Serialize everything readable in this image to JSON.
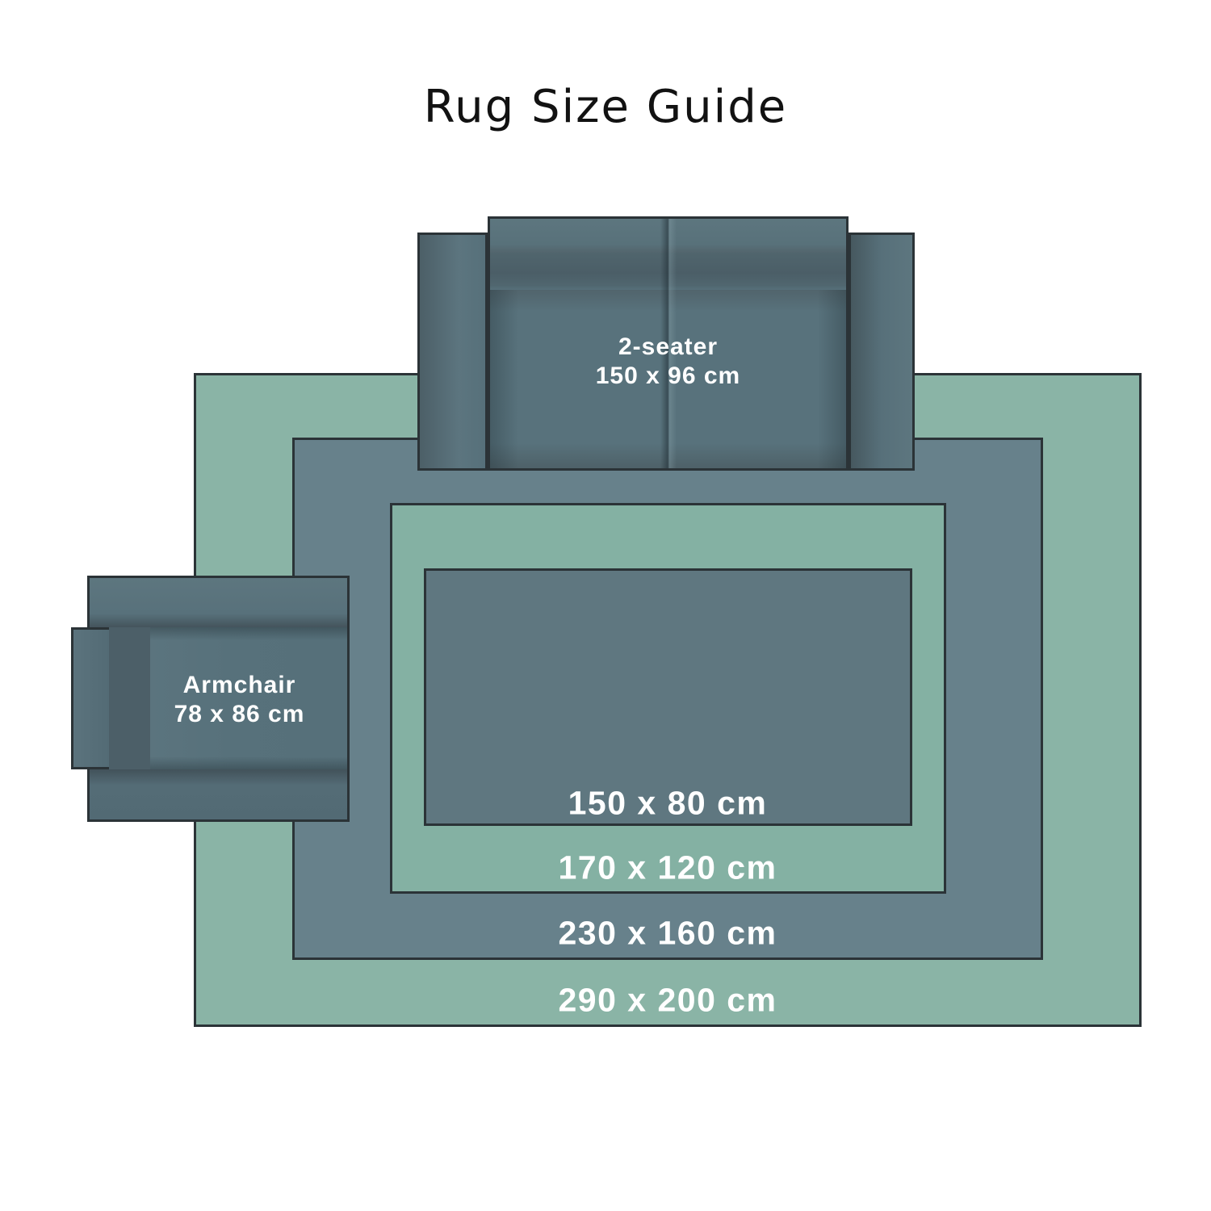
{
  "title": "Rug Size Guide",
  "rugs": [
    {
      "name": "rug-290x200",
      "label": "290 x 200 cm",
      "color": "#8ab4a6"
    },
    {
      "name": "rug-230x160",
      "label": "230 x 160 cm",
      "color": "#67818b"
    },
    {
      "name": "rug-170x120",
      "label": "170 x 120 cm",
      "color": "#84b1a3"
    },
    {
      "name": "rug-150x80",
      "label": "150 x 80 cm",
      "color": "#5f7780"
    }
  ],
  "furniture": {
    "sofa": {
      "name": "2-seater",
      "size": "150 x 96 cm"
    },
    "armchair": {
      "name": "Armchair",
      "size": "78 x 86 cm"
    }
  },
  "palette": {
    "background": "#ffffff",
    "outline": "#2b3337",
    "furniture_base": "#56707a",
    "furniture_shadow": "#4c5f68",
    "label_text": "#ffffff",
    "title_text": "#121212"
  }
}
